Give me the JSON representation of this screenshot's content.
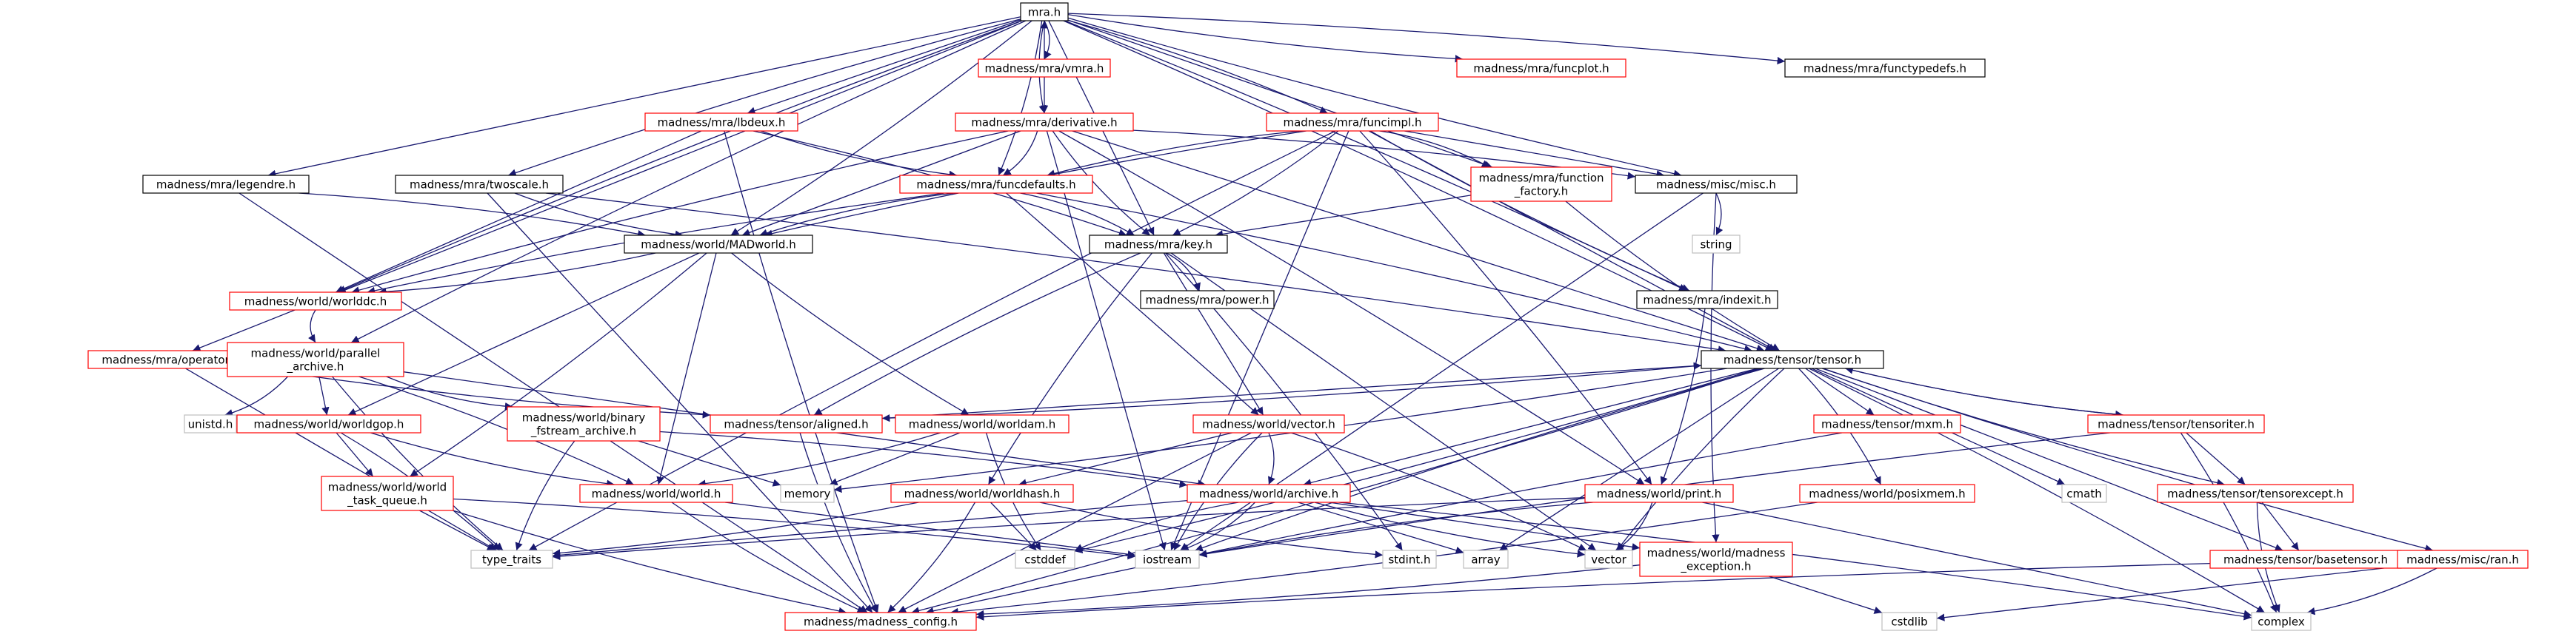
{
  "colors": {
    "edge": "#191970",
    "linked_border": "#ff0000",
    "plain_border": "#000000",
    "grey_border": "#bfbfbf",
    "root_fill": "#bfbfbf",
    "text": "#000000"
  },
  "nodes": [
    {
      "id": "mra_h",
      "label": "mra.h",
      "kind": "root"
    },
    {
      "id": "vmra",
      "label": "madness/mra/vmra.h",
      "kind": "linked"
    },
    {
      "id": "funcplot",
      "label": "madness/mra/funcplot.h",
      "kind": "linked"
    },
    {
      "id": "functypedefs",
      "label": "madness/mra/functypedefs.h",
      "kind": "plain"
    },
    {
      "id": "lbdeux",
      "label": "madness/mra/lbdeux.h",
      "kind": "linked"
    },
    {
      "id": "derivative",
      "label": "madness/mra/derivative.h",
      "kind": "linked"
    },
    {
      "id": "funcimpl",
      "label": "madness/mra/funcimpl.h",
      "kind": "linked"
    },
    {
      "id": "legendre",
      "label": "madness/mra/legendre.h",
      "kind": "plain"
    },
    {
      "id": "twoscale",
      "label": "madness/mra/twoscale.h",
      "kind": "plain"
    },
    {
      "id": "funcdefaults",
      "label": "madness/mra/funcdefaults.h",
      "kind": "linked"
    },
    {
      "id": "function_factory",
      "label": "madness/mra/function\n_factory.h",
      "kind": "linked"
    },
    {
      "id": "misc",
      "label": "madness/misc/misc.h",
      "kind": "plain"
    },
    {
      "id": "madworld",
      "label": "madness/world/MADworld.h",
      "kind": "plain"
    },
    {
      "id": "key",
      "label": "madness/mra/key.h",
      "kind": "plain"
    },
    {
      "id": "string",
      "label": "string",
      "kind": "grey"
    },
    {
      "id": "worlddc",
      "label": "madness/world/worlddc.h",
      "kind": "linked"
    },
    {
      "id": "power",
      "label": "madness/mra/power.h",
      "kind": "plain"
    },
    {
      "id": "indexit",
      "label": "madness/mra/indexit.h",
      "kind": "plain"
    },
    {
      "id": "operator",
      "label": "madness/mra/operator.h",
      "kind": "linked"
    },
    {
      "id": "parallel_archive",
      "label": "madness/world/parallel\n_archive.h",
      "kind": "linked"
    },
    {
      "id": "tensor",
      "label": "madness/tensor/tensor.h",
      "kind": "plain"
    },
    {
      "id": "unistd",
      "label": "unistd.h",
      "kind": "grey"
    },
    {
      "id": "worldgop",
      "label": "madness/world/worldgop.h",
      "kind": "linked"
    },
    {
      "id": "binary_fstream",
      "label": "madness/world/binary\n_fstream_archive.h",
      "kind": "linked"
    },
    {
      "id": "aligned",
      "label": "madness/tensor/aligned.h",
      "kind": "linked"
    },
    {
      "id": "worldam",
      "label": "madness/world/worldam.h",
      "kind": "linked"
    },
    {
      "id": "vector_h",
      "label": "madness/world/vector.h",
      "kind": "linked"
    },
    {
      "id": "mxm",
      "label": "madness/tensor/mxm.h",
      "kind": "linked"
    },
    {
      "id": "tensoriter",
      "label": "madness/tensor/tensoriter.h",
      "kind": "linked"
    },
    {
      "id": "world_task_queue",
      "label": "madness/world/world\n_task_queue.h",
      "kind": "linked"
    },
    {
      "id": "world_h",
      "label": "madness/world/world.h",
      "kind": "linked"
    },
    {
      "id": "memory",
      "label": "memory",
      "kind": "grey"
    },
    {
      "id": "worldhash",
      "label": "madness/world/worldhash.h",
      "kind": "linked"
    },
    {
      "id": "archive",
      "label": "madness/world/archive.h",
      "kind": "linked"
    },
    {
      "id": "print",
      "label": "madness/world/print.h",
      "kind": "linked"
    },
    {
      "id": "posixmem",
      "label": "madness/world/posixmem.h",
      "kind": "linked"
    },
    {
      "id": "cmath",
      "label": "cmath",
      "kind": "grey"
    },
    {
      "id": "tensorexcept",
      "label": "madness/tensor/tensorexcept.h",
      "kind": "linked"
    },
    {
      "id": "type_traits",
      "label": "type_traits",
      "kind": "grey"
    },
    {
      "id": "cstddef",
      "label": "cstddef",
      "kind": "grey"
    },
    {
      "id": "iostream",
      "label": "iostream",
      "kind": "grey"
    },
    {
      "id": "stdint",
      "label": "stdint.h",
      "kind": "grey"
    },
    {
      "id": "array",
      "label": "array",
      "kind": "grey"
    },
    {
      "id": "vector",
      "label": "vector",
      "kind": "grey"
    },
    {
      "id": "madness_exception",
      "label": "madness/world/madness\n_exception.h",
      "kind": "linked"
    },
    {
      "id": "basetensor",
      "label": "madness/tensor/basetensor.h",
      "kind": "linked"
    },
    {
      "id": "ran",
      "label": "madness/misc/ran.h",
      "kind": "linked"
    },
    {
      "id": "madness_config",
      "label": "madness/madness_config.h",
      "kind": "linked"
    },
    {
      "id": "cstdlib",
      "label": "cstdlib",
      "kind": "grey"
    },
    {
      "id": "complex",
      "label": "complex",
      "kind": "grey"
    }
  ],
  "edges": [
    [
      "mra_h",
      "vmra"
    ],
    [
      "vmra",
      "mra_h"
    ],
    [
      "mra_h",
      "funcplot"
    ],
    [
      "mra_h",
      "functypedefs"
    ],
    [
      "mra_h",
      "lbdeux"
    ],
    [
      "mra_h",
      "derivative"
    ],
    [
      "mra_h",
      "funcimpl"
    ],
    [
      "mra_h",
      "legendre"
    ],
    [
      "mra_h",
      "twoscale"
    ],
    [
      "mra_h",
      "funcdefaults"
    ],
    [
      "mra_h",
      "function_factory"
    ],
    [
      "mra_h",
      "misc"
    ],
    [
      "mra_h",
      "madworld"
    ],
    [
      "mra_h",
      "key"
    ],
    [
      "mra_h",
      "worlddc"
    ],
    [
      "mra_h",
      "indexit"
    ],
    [
      "mra_h",
      "operator"
    ],
    [
      "mra_h",
      "parallel_archive"
    ],
    [
      "mra_h",
      "tensor"
    ],
    [
      "vmra",
      "derivative"
    ],
    [
      "lbdeux",
      "funcdefaults"
    ],
    [
      "lbdeux",
      "key"
    ],
    [
      "lbdeux",
      "worlddc"
    ],
    [
      "lbdeux",
      "madness_config"
    ],
    [
      "derivative",
      "funcdefaults"
    ],
    [
      "derivative",
      "madworld"
    ],
    [
      "derivative",
      "key"
    ],
    [
      "derivative",
      "misc"
    ],
    [
      "derivative",
      "tensor"
    ],
    [
      "derivative",
      "worlddc"
    ],
    [
      "derivative",
      "print"
    ],
    [
      "derivative",
      "iostream"
    ],
    [
      "funcimpl",
      "funcdefaults"
    ],
    [
      "funcimpl",
      "function_factory"
    ],
    [
      "funcimpl",
      "misc"
    ],
    [
      "funcimpl",
      "madworld"
    ],
    [
      "funcimpl",
      "key"
    ],
    [
      "funcimpl",
      "tensor"
    ],
    [
      "funcimpl",
      "indexit"
    ],
    [
      "funcimpl",
      "print"
    ],
    [
      "funcimpl",
      "iostream"
    ],
    [
      "funcimpl",
      "type_traits"
    ],
    [
      "legendre",
      "madworld"
    ],
    [
      "legendre",
      "madness_config"
    ],
    [
      "twoscale",
      "madworld"
    ],
    [
      "twoscale",
      "tensor"
    ],
    [
      "twoscale",
      "madness_config"
    ],
    [
      "funcdefaults",
      "madworld"
    ],
    [
      "funcdefaults",
      "key"
    ],
    [
      "funcdefaults",
      "vector_h"
    ],
    [
      "funcdefaults",
      "worlddc"
    ],
    [
      "funcdefaults",
      "tensor"
    ],
    [
      "function_factory",
      "key"
    ],
    [
      "function_factory",
      "tensor"
    ],
    [
      "misc",
      "string"
    ],
    [
      "misc",
      "iostream"
    ],
    [
      "misc",
      "madness_exception"
    ],
    [
      "madworld",
      "worlddc"
    ],
    [
      "madworld",
      "worldgop"
    ],
    [
      "madworld",
      "worldam"
    ],
    [
      "madworld",
      "world_task_queue"
    ],
    [
      "madworld",
      "world_h"
    ],
    [
      "key",
      "worldhash"
    ],
    [
      "key",
      "power"
    ],
    [
      "key",
      "vector_h"
    ],
    [
      "key",
      "aligned"
    ],
    [
      "key",
      "stdint"
    ],
    [
      "key",
      "vector"
    ],
    [
      "worlddc",
      "parallel_archive"
    ],
    [
      "indexit",
      "print"
    ],
    [
      "operator",
      "type_traits"
    ],
    [
      "operator",
      "aligned"
    ],
    [
      "parallel_archive",
      "unistd"
    ],
    [
      "parallel_archive",
      "worldgop"
    ],
    [
      "parallel_archive",
      "binary_fstream"
    ],
    [
      "parallel_archive",
      "world_h"
    ],
    [
      "parallel_archive",
      "archive"
    ],
    [
      "parallel_archive",
      "type_traits"
    ],
    [
      "tensor",
      "aligned"
    ],
    [
      "tensor",
      "mxm"
    ],
    [
      "tensor",
      "tensoriter"
    ],
    [
      "tensor",
      "posixmem"
    ],
    [
      "tensor",
      "cmath"
    ],
    [
      "tensor",
      "tensorexcept"
    ],
    [
      "tensor",
      "memory"
    ],
    [
      "tensor",
      "archive"
    ],
    [
      "tensor",
      "iostream"
    ],
    [
      "tensor",
      "cstddef"
    ],
    [
      "tensor",
      "array"
    ],
    [
      "tensor",
      "vector"
    ],
    [
      "tensor",
      "madness_config"
    ],
    [
      "tensor",
      "basetensor"
    ],
    [
      "tensor",
      "ran"
    ],
    [
      "tensor",
      "complex"
    ],
    [
      "worldgop",
      "world_task_queue"
    ],
    [
      "worldgop",
      "world_h"
    ],
    [
      "worldgop",
      "type_traits"
    ],
    [
      "binary_fstream",
      "memory"
    ],
    [
      "binary_fstream",
      "type_traits"
    ],
    [
      "binary_fstream",
      "archive"
    ],
    [
      "aligned",
      "tensor"
    ],
    [
      "aligned",
      "madness_config"
    ],
    [
      "worldam",
      "world_h"
    ],
    [
      "worldam",
      "memory"
    ],
    [
      "worldam",
      "cstddef"
    ],
    [
      "vector_h",
      "archive"
    ],
    [
      "vector_h",
      "worldhash"
    ],
    [
      "vector_h",
      "iostream"
    ],
    [
      "vector_h",
      "vector"
    ],
    [
      "vector_h",
      "madness_config"
    ],
    [
      "mxm",
      "madness_config"
    ],
    [
      "tensoriter",
      "tensor"
    ],
    [
      "tensoriter",
      "tensorexcept"
    ],
    [
      "tensoriter",
      "iostream"
    ],
    [
      "tensoriter",
      "complex"
    ],
    [
      "world_task_queue",
      "type_traits"
    ],
    [
      "world_task_queue",
      "madness_config"
    ],
    [
      "world_task_queue",
      "iostream"
    ],
    [
      "world_h",
      "iostream"
    ],
    [
      "world_h",
      "madness_config"
    ],
    [
      "worldhash",
      "type_traits"
    ],
    [
      "worldhash",
      "cstddef"
    ],
    [
      "worldhash",
      "stdint"
    ],
    [
      "worldhash",
      "madness_config"
    ],
    [
      "archive",
      "type_traits"
    ],
    [
      "archive",
      "cstddef"
    ],
    [
      "archive",
      "iostream"
    ],
    [
      "archive",
      "array"
    ],
    [
      "archive",
      "vector"
    ],
    [
      "archive",
      "complex"
    ],
    [
      "archive",
      "madness_exception"
    ],
    [
      "print",
      "iostream"
    ],
    [
      "print",
      "vector"
    ],
    [
      "print",
      "complex"
    ],
    [
      "print",
      "type_traits"
    ],
    [
      "posixmem",
      "madness_config"
    ],
    [
      "tensorexcept",
      "basetensor"
    ],
    [
      "tensorexcept",
      "complex"
    ],
    [
      "madness_exception",
      "madness_config"
    ],
    [
      "madness_exception",
      "cstdlib"
    ],
    [
      "basetensor",
      "madness_config"
    ],
    [
      "ran",
      "complex"
    ],
    [
      "ran",
      "cstdlib"
    ]
  ]
}
